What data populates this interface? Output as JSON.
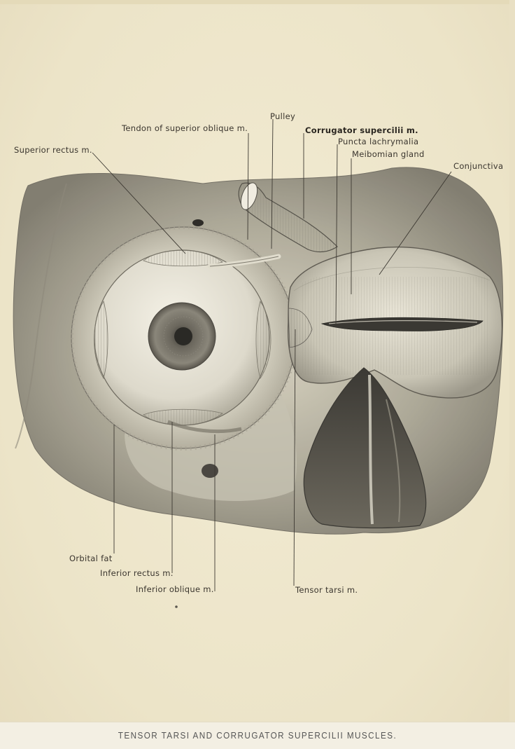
{
  "plate": {
    "labels": {
      "pulley": "Pulley",
      "tendon_superior_oblique": "Tendon of superior oblique m.",
      "corrugator": "Corrugator supercilii m.",
      "superior_rectus": "Superior rectus m.",
      "puncta": "Puncta lachrymalia",
      "meibomian": "Meibomian gland",
      "conjunctiva": "Conjunctiva",
      "orbital_fat": "Orbital fat",
      "inferior_rectus": "Inferior rectus m.",
      "inferior_oblique": "Inferior oblique m.",
      "tensor_tarsi": "Tensor tarsi m."
    },
    "caption": "TENSOR TARSI AND CORRUGATOR SUPERCILII MUSCLES."
  },
  "colors": {
    "paper": "#efe8cf",
    "ink": "#3a352e",
    "shade": "#6e6a60"
  }
}
